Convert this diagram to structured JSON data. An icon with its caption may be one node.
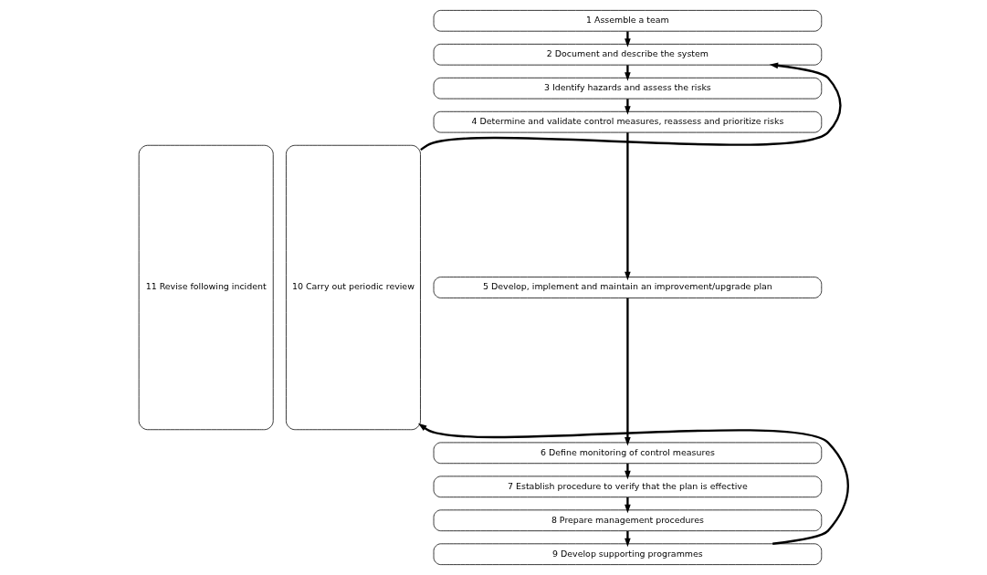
{
  "diagram": {
    "nodes": [
      {
        "text": [
          "1 Assemble a team"
        ]
      },
      {
        "text": [
          "2 Document and describe the system"
        ]
      },
      {
        "text": [
          "3 Identify hazards and assess the risks"
        ]
      },
      {
        "text": [
          "4 Determine and validate control measures, reassess and prioritize risks"
        ]
      },
      {
        "text": [
          "5 Develop, implement and maintain an improvement/upgrade plan"
        ]
      },
      {
        "text": [
          "6 Define monitoring of control measures"
        ]
      },
      {
        "text": [
          "7 Establish procedure to verify that the plan is effective"
        ]
      },
      {
        "text": [
          "8 Prepare management procedures"
        ]
      },
      {
        "text": [
          "9 Develop supporting programmes"
        ]
      },
      {
        "text": [
          "10 Carry out periodic review"
        ]
      },
      {
        "text": [
          "11 Revise following incident"
        ]
      }
    ],
    "edges": [
      {
        "from": 0,
        "to": 1,
        "arrow": "to"
      },
      {
        "from": 1,
        "to": 2,
        "arrow": "to"
      },
      {
        "from": 2,
        "to": 3,
        "arrow": "to"
      },
      {
        "from": 3,
        "to": 4,
        "arrow": "to"
      },
      {
        "from": 4,
        "to": 5,
        "arrow": "to"
      },
      {
        "from": 5,
        "to": 6,
        "arrow": "to"
      },
      {
        "from": 6,
        "to": 7,
        "arrow": "to"
      },
      {
        "from": 7,
        "to": 8,
        "arrow": "to"
      },
      {
        "from": 9,
        "to": 1,
        "arrow": "to"
      },
      {
        "from": 8,
        "to": 9,
        "arrow": "to"
      }
    ]
  }
}
